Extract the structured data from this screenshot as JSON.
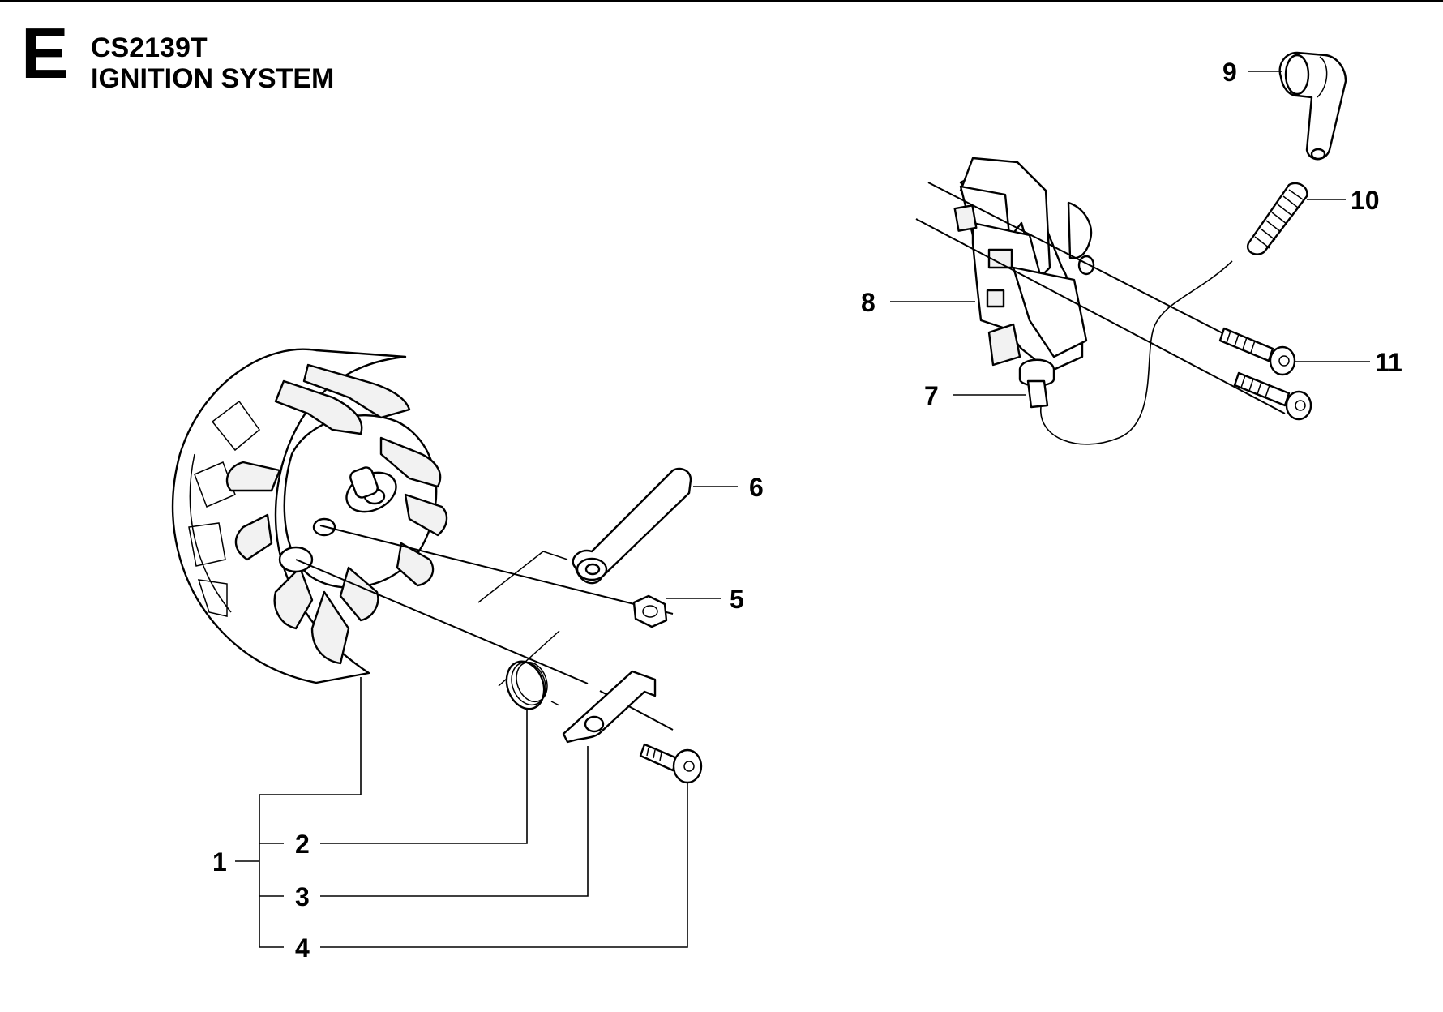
{
  "header": {
    "section_letter": "E",
    "model": "CS2139T",
    "title": "IGNITION SYSTEM"
  },
  "callouts": {
    "c1": "1",
    "c2": "2",
    "c3": "3",
    "c4": "4",
    "c5": "5",
    "c6": "6",
    "c7": "7",
    "c8": "8",
    "c9": "9",
    "c10": "10",
    "c11": "11"
  }
}
